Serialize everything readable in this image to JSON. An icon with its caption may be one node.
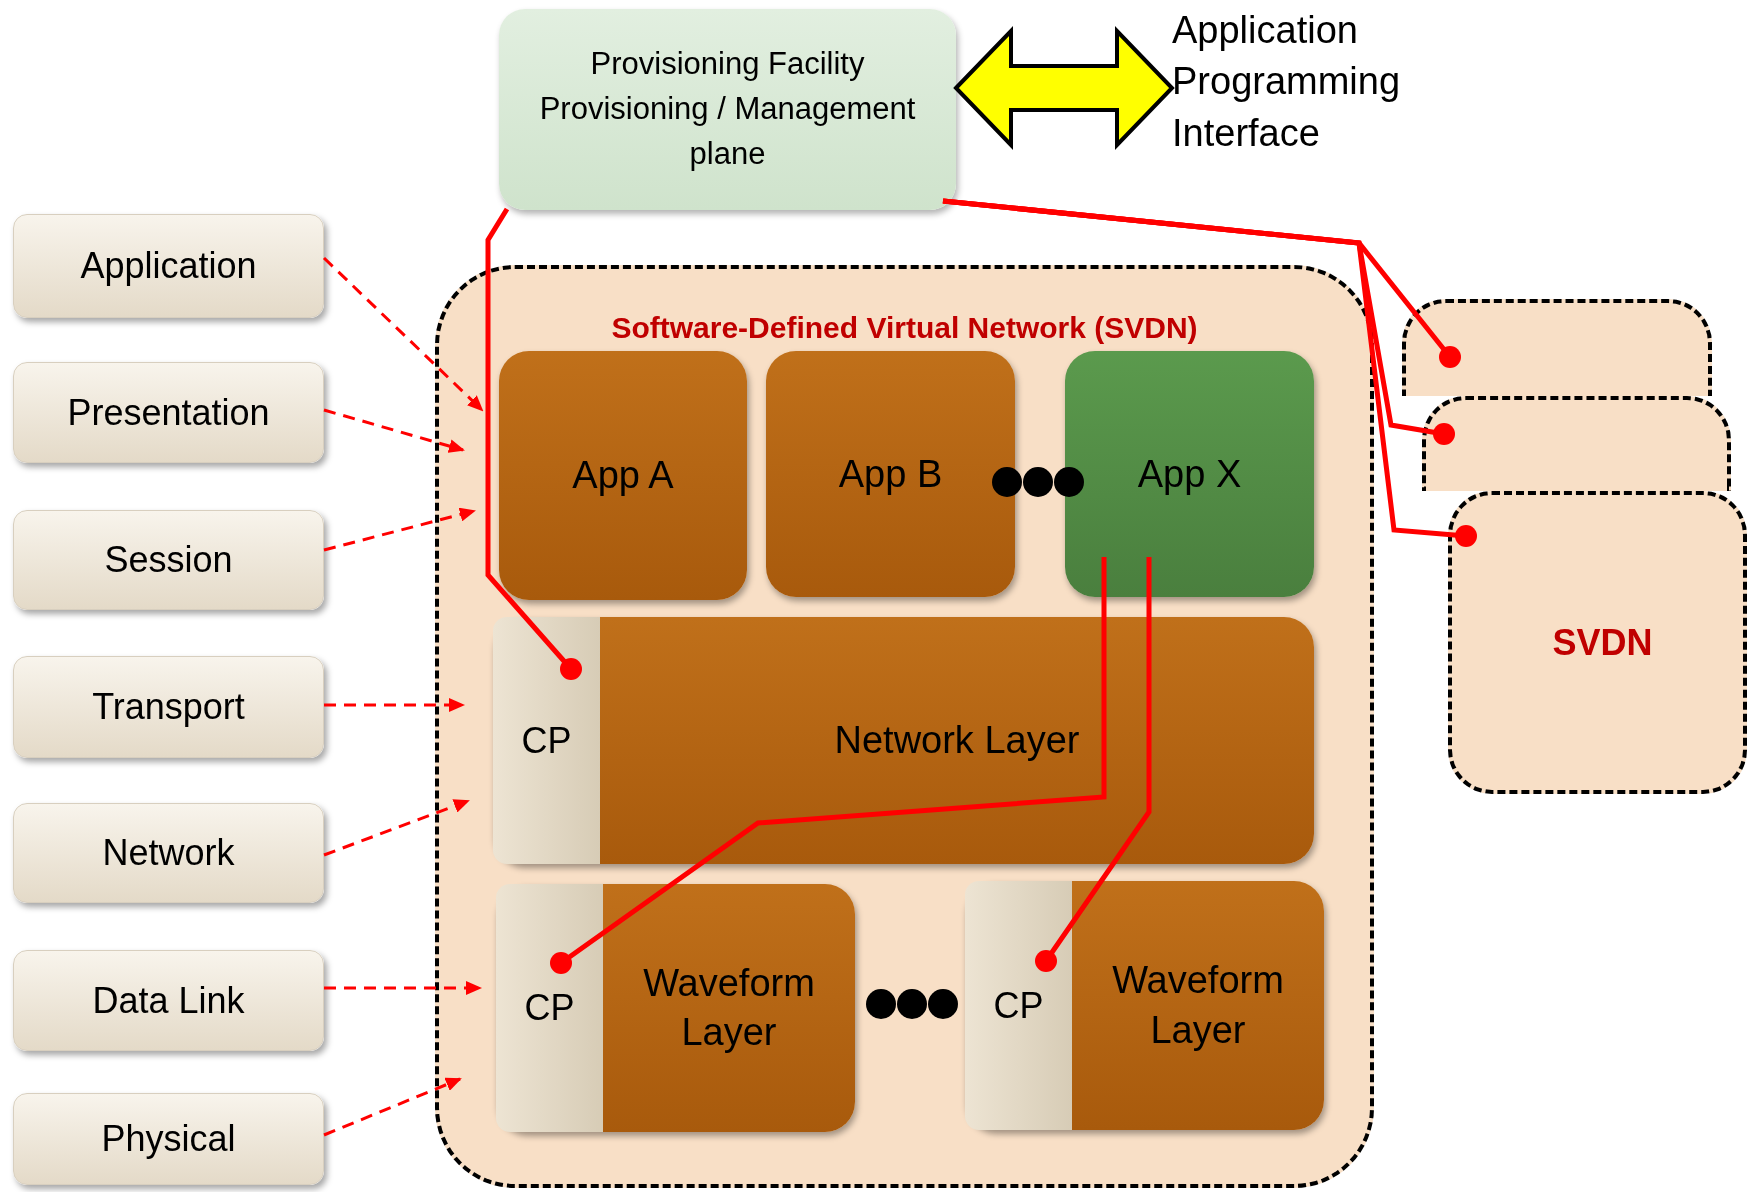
{
  "diagram": {
    "nodes": [
      {
        "text": [
          "Provisioning Facility Provisioning / Management plane"
        ]
      },
      {
        "text": [
          "Application Programming Interface"
        ]
      },
      {
        "text": [
          "Application"
        ]
      },
      {
        "text": [
          "Presentation"
        ]
      },
      {
        "text": [
          "Session"
        ]
      },
      {
        "text": [
          "Transport"
        ]
      },
      {
        "text": [
          "Network"
        ]
      },
      {
        "text": [
          "Data Link"
        ]
      },
      {
        "text": [
          "Physical"
        ]
      },
      {
        "text": [
          "Software-Defined Virtual Network (SVDN)"
        ]
      },
      {
        "text": [
          "App A"
        ],
        "in": 9
      },
      {
        "text": [
          "App B"
        ],
        "in": 9
      },
      {
        "text": [
          "App X"
        ],
        "in": 9
      },
      {
        "text": [
          "Network Layer"
        ],
        "in": 9
      },
      {
        "text": [
          "CP"
        ],
        "in": 13
      },
      {
        "text": [
          "Waveform Layer"
        ],
        "in": 9
      },
      {
        "text": [
          "CP"
        ],
        "in": 15
      },
      {
        "text": [
          "Waveform Layer"
        ],
        "in": 9
      },
      {
        "text": [
          "CP"
        ],
        "in": 17
      },
      {
        "text": [],
        "shape": "box"
      },
      {
        "text": [],
        "shape": "box"
      },
      {
        "text": [
          "SVDN"
        ]
      }
    ],
    "edges": [
      {
        "from": 0,
        "to": 1,
        "arrow": "both",
        "style": "thick",
        "color": "#ffff00"
      },
      {
        "from": 2,
        "to": 9,
        "arrow": "to",
        "style": "dashed",
        "color": "#ff0000"
      },
      {
        "from": 3,
        "to": 9,
        "arrow": "to",
        "style": "dashed",
        "color": "#ff0000"
      },
      {
        "from": 4,
        "to": 9,
        "arrow": "to",
        "style": "dashed",
        "color": "#ff0000"
      },
      {
        "from": 5,
        "to": 9,
        "arrow": "to",
        "style": "dashed",
        "color": "#ff0000"
      },
      {
        "from": 6,
        "to": 9,
        "arrow": "to",
        "style": "dashed",
        "color": "#ff0000"
      },
      {
        "from": 7,
        "to": 9,
        "arrow": "to",
        "style": "dashed",
        "color": "#ff0000"
      },
      {
        "from": 8,
        "to": 9,
        "arrow": "to",
        "style": "dashed",
        "color": "#ff0000"
      },
      {
        "from": 0,
        "to": 14,
        "arrow": "other",
        "color": "#ff0000"
      },
      {
        "from": 12,
        "to": 16,
        "arrow": "other",
        "color": "#ff0000"
      },
      {
        "from": 12,
        "to": 18,
        "arrow": "other",
        "color": "#ff0000"
      },
      {
        "from": 0,
        "to": 19,
        "arrow": "other",
        "color": "#ff0000"
      },
      {
        "from": 0,
        "to": 20,
        "arrow": "other",
        "color": "#ff0000"
      },
      {
        "from": 0,
        "to": 21,
        "arrow": "other",
        "color": "#ff0000"
      }
    ]
  }
}
